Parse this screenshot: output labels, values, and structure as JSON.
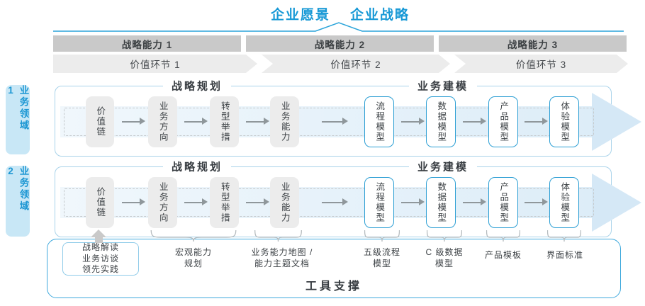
{
  "title": {
    "vision": "企业愿景",
    "strategy": "企业战略"
  },
  "strategic_capabilities": [
    "战略能力 1",
    "战略能力 2",
    "战略能力 3"
  ],
  "value_links": [
    "价值环节 1",
    "价值环节 2",
    "价值环节 3"
  ],
  "business_domains": [
    "业务领域 1",
    "业务领域 2"
  ],
  "sections": {
    "strategic_planning": "战略规划",
    "business_modeling": "业务建模"
  },
  "flow_boxes": {
    "gray": [
      "价值链",
      "业务方向",
      "转型举措",
      "业务能力"
    ],
    "blue": [
      "流程模型",
      "数据模型",
      "产品模型",
      "体验模型"
    ]
  },
  "bottom": {
    "callout_lines": [
      "战略解读",
      "业务访谈",
      "领先实践"
    ],
    "annotations": [
      {
        "line1": "宏观能力",
        "line2": "规划"
      },
      {
        "line1": "业务能力地图 /",
        "line2": "能力主题文档"
      },
      {
        "line1": "五级流程",
        "line2": "模型"
      },
      {
        "line1": "C 级数据",
        "line2": "模型"
      },
      {
        "line1": "产品模板",
        "line2": ""
      },
      {
        "line1": "界面标准",
        "line2": ""
      }
    ],
    "tool_support": "工具支撑"
  },
  "colors": {
    "accent_blue": "#1899d6",
    "panel_border": "#a9d3ea",
    "box_border_blue": "#2d9fd4",
    "bar_gray": "#c9c9c9",
    "chevron_gray": "#ececec",
    "domain_tab_bg": "#c8e7f6",
    "flow_arrow_fill": "#d5e8f6",
    "container_border": "#3fa9dd"
  }
}
